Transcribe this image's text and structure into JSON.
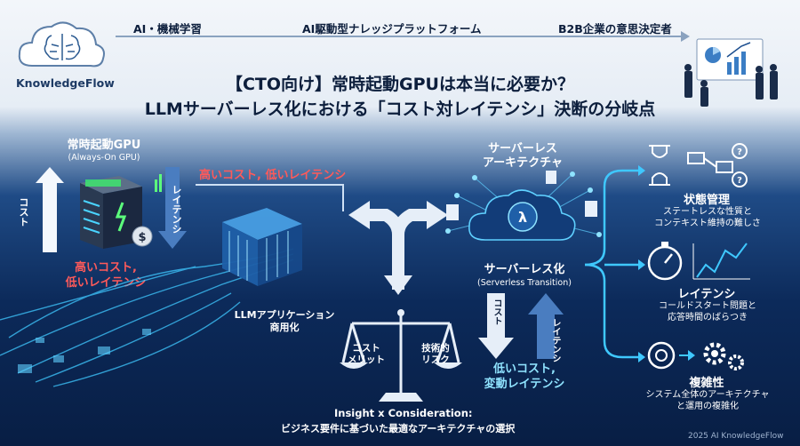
{
  "logo": {
    "name": "KnowledgeFlow"
  },
  "top_bar": {
    "left": "AI・機械学習",
    "center": "AI駆動型ナレッジプラットフォーム",
    "right": "B2B企業の意思決定者"
  },
  "title": {
    "line1": "【CTO向け】常時起動GPUは本当に必要か？",
    "line2": "LLMサーバーレス化における「コスト対レイテンシ」決断の分岐点"
  },
  "left": {
    "heading": "常時起動GPU",
    "heading_sub": "(Always-On GPU)",
    "cost_axis": "コスト",
    "latency_axis": "レイテンシ",
    "summary": "高いコスト,\n低いレイテンシ",
    "banner": "高いコスト, 低いレイテンシ"
  },
  "center": {
    "app_label": "LLMアプリケーション\n商用化",
    "scale_left": "コスト\nメリット",
    "scale_right": "技術的\nリスク"
  },
  "right_center": {
    "heading": "サーバーレス\nアーキテクチャ",
    "lambda": "λ",
    "transition": "サーバーレス化",
    "transition_sub": "(Serverless Transition)",
    "cost_axis": "コスト",
    "latency_axis": "レイテンシ",
    "summary": "低いコスト,\n変動レイテンシ"
  },
  "concerns": [
    {
      "title": "状態管理",
      "desc": "ステートレスな性質と\nコンテキスト維持の難しさ",
      "icon": "hourglass-flow-icon"
    },
    {
      "title": "レイテンシ",
      "desc": "コールドスタート問題と\n応答時間のばらつき",
      "icon": "stopwatch-chart-icon"
    },
    {
      "title": "複雑性",
      "desc": "システム全体のアーキテクチャ\nと運用の複雑化",
      "icon": "gears-icon"
    }
  ],
  "footer": {
    "insight_title": "Insight x Consideration:",
    "insight_text": "ビジネス要件に基づいた最適なアーキテクチャの選択",
    "copyright": "2025 AI KnowledgeFlow"
  },
  "colors": {
    "accent_cyan": "#3fc8ff",
    "accent_red": "#ff5a5a",
    "navy": "#0c2a5a"
  }
}
